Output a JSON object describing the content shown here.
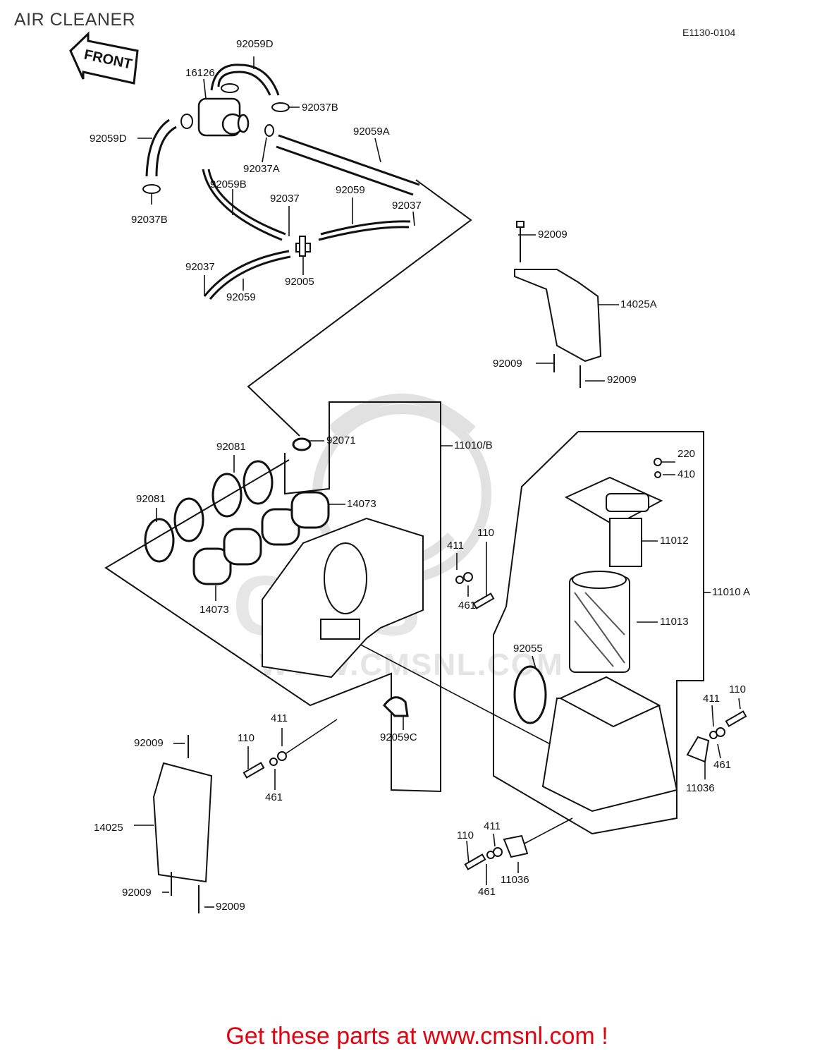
{
  "page": {
    "title": "AIR CLEANER",
    "diagram_code": "E1130-0104",
    "front_arrow_label": "FRONT",
    "watermark_text": "WWW.CMSNL.COM",
    "footer_text": "Get these parts at www.cmsnl.com !"
  },
  "part_labels": [
    "92059D",
    "16126",
    "92037B",
    "92059D",
    "92059A",
    "92037A",
    "92037B",
    "92059B",
    "92037",
    "92059",
    "92037",
    "92037",
    "92059",
    "92005",
    "92009",
    "14025A",
    "92009",
    "92009",
    "92071",
    "11010/B",
    "92081",
    "92081",
    "14073",
    "14073",
    "110",
    "411",
    "461",
    "220",
    "410",
    "11012",
    "11010 A",
    "11013",
    "92055",
    "110",
    "411",
    "461",
    "11036",
    "92059C",
    "411",
    "110",
    "461",
    "92009",
    "14025",
    "92009",
    "92009",
    "110",
    "411",
    "461",
    "11036"
  ]
}
